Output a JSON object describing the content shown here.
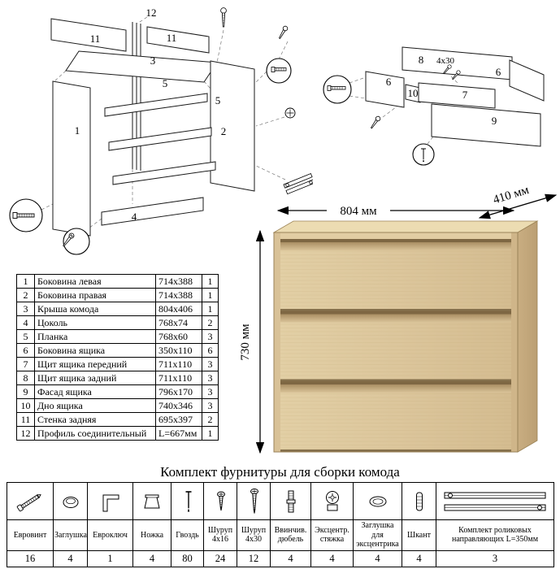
{
  "diagram_cabinet": {
    "label_1": "1",
    "label_2": "2",
    "label_3": "3",
    "label_4": "4",
    "label_5": "5",
    "label_11": "11",
    "label_12": "12"
  },
  "diagram_drawer": {
    "label_6": "6",
    "label_7": "7",
    "label_8": "8",
    "label_9": "9",
    "label_10": "10",
    "screw_note": "4x30"
  },
  "product": {
    "width": "804 мм",
    "depth": "410 мм",
    "height": "730 мм"
  },
  "parts_table": {
    "rows": [
      {
        "num": "1",
        "name": "Боковина левая",
        "size": "714x388",
        "qty": "1"
      },
      {
        "num": "2",
        "name": "Боковина правая",
        "size": "714x388",
        "qty": "1"
      },
      {
        "num": "3",
        "name": "Крыша комода",
        "size": "804x406",
        "qty": "1"
      },
      {
        "num": "4",
        "name": "Цоколь",
        "size": "768x74",
        "qty": "2"
      },
      {
        "num": "5",
        "name": "Планка",
        "size": "768x60",
        "qty": "3"
      },
      {
        "num": "6",
        "name": "Боковина ящика",
        "size": "350x110",
        "qty": "6"
      },
      {
        "num": "7",
        "name": "Щит ящика передний",
        "size": "711x110",
        "qty": "3"
      },
      {
        "num": "8",
        "name": "Щит ящика задний",
        "size": "711x110",
        "qty": "3"
      },
      {
        "num": "9",
        "name": "Фасад ящика",
        "size": "796x170",
        "qty": "3"
      },
      {
        "num": "10",
        "name": "Дно ящика",
        "size": "740x346",
        "qty": "3"
      },
      {
        "num": "11",
        "name": "Стенка задняя",
        "size": "695x397",
        "qty": "2"
      },
      {
        "num": "12",
        "name": "Профиль соединительный",
        "size": "L=667мм",
        "qty": "1"
      }
    ]
  },
  "hardware": {
    "title": "Комплект фурнитуры для сборки комода",
    "items": [
      {
        "name": "Евровинт",
        "qty": "16",
        "icon": "euroscrew-icon"
      },
      {
        "name": "Заглушка",
        "qty": "4",
        "icon": "cap-icon"
      },
      {
        "name": "Евроключ",
        "qty": "1",
        "icon": "hexkey-icon"
      },
      {
        "name": "Ножка",
        "qty": "4",
        "icon": "leg-icon"
      },
      {
        "name": "Гвоздь",
        "qty": "80",
        "icon": "nail-icon"
      },
      {
        "name": "Шуруп 4x16",
        "qty": "24",
        "icon": "screw-4x16-icon"
      },
      {
        "name": "Шуруп 4x30",
        "qty": "12",
        "icon": "screw-4x30-icon"
      },
      {
        "name": "Ввинчив. дюбель",
        "qty": "4",
        "icon": "threaded-dowel-icon"
      },
      {
        "name": "Эксцентр. стяжка",
        "qty": "4",
        "icon": "cam-lock-icon"
      },
      {
        "name": "Заглушка для эксцентрика",
        "qty": "4",
        "icon": "cam-cap-icon"
      },
      {
        "name": "Шкант",
        "qty": "4",
        "icon": "wooden-dowel-icon"
      },
      {
        "name": "Комплект роликовых направляющих L=350мм",
        "qty": "3",
        "icon": "drawer-slides-icon"
      }
    ]
  }
}
